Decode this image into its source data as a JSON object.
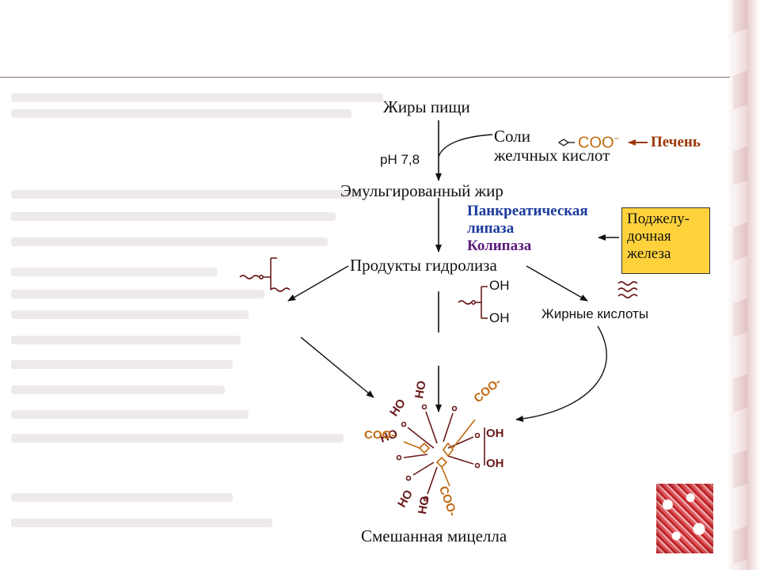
{
  "diagram": {
    "dietary_fats": "Жиры пищи",
    "ph": "pH 7,8",
    "bile_salts_line1": "Соли",
    "bile_salts_line2": "желчных кислот",
    "coo_symbol": "COO",
    "coo_charge": "−",
    "liver": "Печень",
    "emulsified_fat": "Эмульгированный жир",
    "pancreatic_lipase_line1": "Панкреатическая",
    "pancreatic_lipase_line2": "липаза",
    "colipase": "Колипаза",
    "pancreas_line1": "Поджелу-",
    "pancreas_line2": "дочная",
    "pancreas_line3": "железа",
    "hydrolysis_products": "Продукты гидролиза",
    "oh": "OH",
    "fatty_acids": "Жирные кислоты",
    "mixed_micelle": "Смешанная мицелла",
    "micelle_oh": "HO",
    "micelle_coo": "COO-"
  },
  "colors": {
    "lipase_blue": "#1a3a9c",
    "colipase_purple": "#5a1a7a",
    "coo_orange": "#c06a10",
    "liver_brown": "#9b3a0a",
    "pancreas_yellow": "#ffd23c",
    "maroon": "#6a1a1a"
  }
}
